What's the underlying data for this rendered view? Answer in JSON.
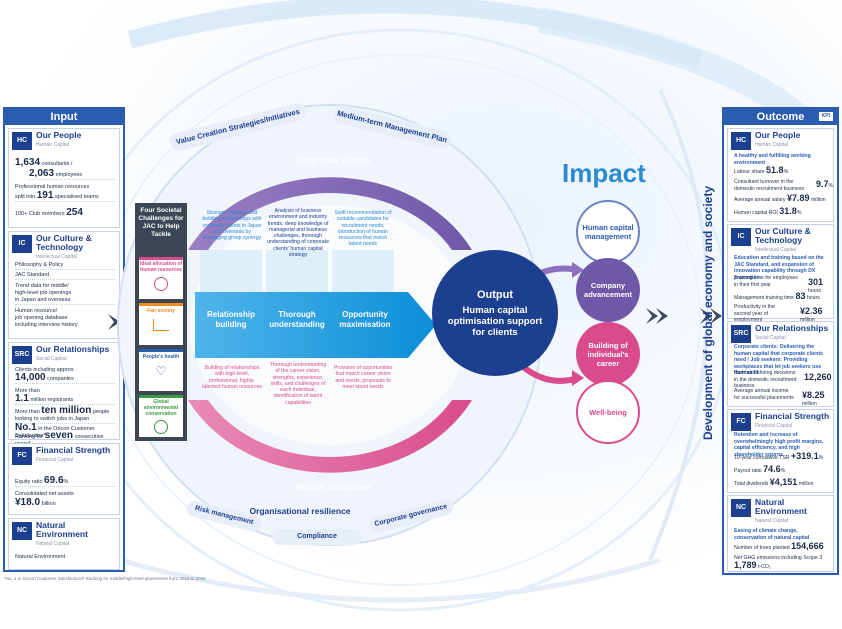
{
  "input": {
    "title": "Input",
    "hc": {
      "badge": "HC",
      "title": "Our People",
      "sub": "Human Capital",
      "consultants_num": "1,634",
      "consultants_label": "consultants /",
      "employees_num": "2,063",
      "employees_label": "employees",
      "teams_line1": "Professional human resources",
      "teams_pre": "split into",
      "teams_num": "191",
      "teams_post": "specialised teams",
      "club_label": "100+ Club members",
      "club_num": "254"
    },
    "ic": {
      "badge": "IC",
      "title": "Our Culture &",
      "title2": "Technology",
      "sub": "Intellectual Capital",
      "items": [
        "Philosophy & Policy",
        "JAC Standard",
        "Trend data for middle/",
        "high-level job openings",
        "in Japan and overseas",
        "Human resource/",
        "job opening database",
        "including interview history"
      ]
    },
    "src": {
      "badge": "SRC",
      "title": "Our Relationships",
      "sub": "Social Capital",
      "clients_pre": "Clients including approx.",
      "clients_num": "14,000",
      "clients_post": "companies",
      "reg_pre": "More than",
      "reg_num": "1.1",
      "reg_post": "million registrants",
      "jobs_pre": "More than",
      "jobs_num": "ten million",
      "jobs_post": "people",
      "jobs_line2": "looking to switch jobs in Japan",
      "no1": "No.1",
      "no1_text": "in the Oricon Customer Satisfaction*",
      "rank_pre": "Ranking for",
      "rank_num": "seven",
      "rank_post": "consecutive years*"
    },
    "fc": {
      "badge": "FC",
      "title": "Financial Strength",
      "sub": "Financial Capital",
      "equity_label": "Equity ratio",
      "equity_val": "69.6",
      "equity_unit": "%",
      "net_label": "Consolidated net assets",
      "net_val": "¥18.0",
      "net_unit": "billion"
    },
    "nc": {
      "badge": "NC",
      "title": "Natural",
      "title2": "Environment",
      "sub": "Natural Capital",
      "item": "Natural Environment"
    }
  },
  "challenges": {
    "title": "Four Societal Challenges for JAC to Help Tackle",
    "items": [
      "Ideal allocation of human resources",
      "Fair society",
      "People's health",
      "Global environmental conservation"
    ]
  },
  "top_pills": [
    "Value Creation Strategies/Initiatives",
    "Medium-term Management Plan"
  ],
  "corporate_clients": "Corporate clients",
  "human_resources": "Human resources",
  "columns": [
    {
      "top": "Stronger contacts and building relationships with corporate clients in Japan and overseas by leveraging group synergy",
      "mid": "Relationship building",
      "bot": "Building of relationships with high-level, professional, highly-talented human resources"
    },
    {
      "top": "Analysis of business environment and industry trends, deep knowledge of managerial and business challenges, thorough understanding of corporate clients' human capital strategy",
      "mid": "Thorough understanding",
      "bot": "Thorough understanding of the career vision, strengths, experience, skills, and challenges of each individual, identification of latent capabilities"
    },
    {
      "top": "Swift recommendation of suitable candidates for recruitment needs, introduction of human resources that match latent needs",
      "mid": "Opportunity maximisation",
      "bot": "Provision of opportunities that match career vision and needs, proposals to meet latent needs"
    }
  ],
  "output": {
    "title": "Output",
    "text": "Human capital optimisation support for clients"
  },
  "resilience": {
    "title": "Organisational resilience",
    "items": [
      "Risk management",
      "Compliance",
      "Corporate governance"
    ]
  },
  "impact": {
    "title": "Impact",
    "circles": [
      "Human capital management",
      "Company advancement",
      "Building of individual's career",
      "Well-being"
    ]
  },
  "vertical_text": "Development of global economy and society",
  "footnote": "*No. 1 in Oricon Customer Satisfaction® Ranking for middle/high-level placements from 2019 to 2025",
  "outcome": {
    "title": "Outcome",
    "kpi": "KPI",
    "hc": {
      "badge": "HC",
      "title": "Our People",
      "sub": "Human Capital",
      "head": "A healthy and fulfilling working environment",
      "labour_label": "Labour share",
      "labour_val": "51.8",
      "labour_unit": "%",
      "turnover_label": "Consultant turnover in the domestic recruitment business",
      "turnover_val": "9.7",
      "turnover_unit": "%",
      "salary_label": "Average annual salary",
      "salary_val": "¥7.89",
      "salary_unit": "million",
      "roi_label": "Human capital ROI",
      "roi_val": "31.8",
      "roi_unit": "%"
    },
    "ic": {
      "badge": "IC",
      "title": "Our Culture &",
      "title2": "Technology",
      "sub": "Intellectual Capital",
      "head": "Education and training based on the JAC Standard, and expansion of innovation capability through DX promotion",
      "train_label": "Training time for employees in their first year",
      "train_val": "301",
      "train_unit": "hours",
      "mgmt_label": "Management training time",
      "mgmt_val": "83",
      "mgmt_unit": "hours",
      "prod_label": "Productivity in the second year of employment",
      "prod_val": "¥2.36",
      "prod_unit": "million"
    },
    "src": {
      "badge": "SRC",
      "title": "Our Relationships",
      "sub": "Social Capital",
      "head": "Corporate clients: Delivering the human capital that corporate clients need / Job seekers: Providing workplaces that let job seekers use their skills",
      "hire_label": "Number of hiring decisions in the domestic recruitment business",
      "hire_val": "12,260",
      "income_label": "Average annual income for successful placements",
      "income_val": "¥8.25",
      "income_unit": "million"
    },
    "fc": {
      "badge": "FC",
      "title": "Financial Strength",
      "sub": "Financial Capital",
      "head": "Retention and increase of overwhelmingly high profit margins, capital efficiency, and high shareholder returns",
      "tsr_label": "10-year cumulative TSR",
      "tsr_val": "+319.1",
      "tsr_unit": "%",
      "payout_label": "Payout ratio",
      "payout_val": "74.6",
      "payout_unit": "%",
      "div_label": "Total dividends",
      "div_val": "¥4,151",
      "div_unit": "million"
    },
    "nc": {
      "badge": "NC",
      "title": "Natural",
      "title2": "Environment",
      "sub": "Natural Capital",
      "head": "Easing of climate change, conservation of natural capital",
      "trees_label": "Number of trees planted",
      "trees_val": "154,666",
      "ghg_label": "Net GHG emissions including Scope 3",
      "ghg_val": "1,789",
      "ghg_unit": "t-CO₂"
    }
  }
}
